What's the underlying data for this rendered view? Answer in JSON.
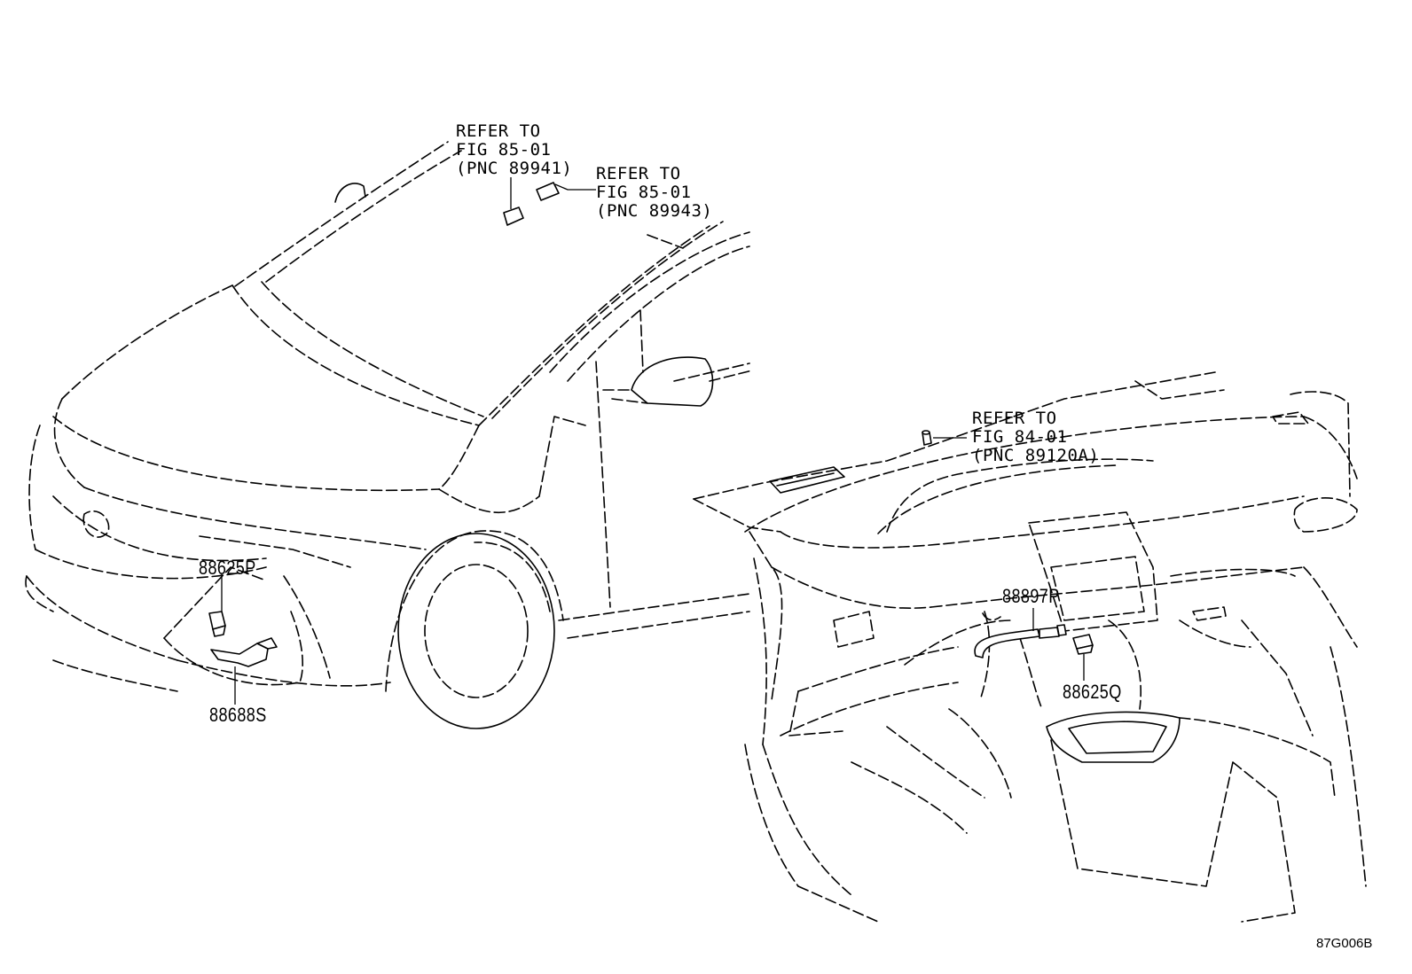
{
  "references": {
    "ref1": {
      "line1": "REFER TO",
      "line2": "FIG 85-01",
      "line3": "(PNC 89941)"
    },
    "ref2": {
      "line1": "REFER TO",
      "line2": "FIG 85-01",
      "line3": "(PNC 89943)"
    },
    "ref3": {
      "line1": "REFER TO",
      "line2": "FIG 84-01",
      "line3": "(PNC 89120A)"
    }
  },
  "parts": {
    "p1": "88625P",
    "p2": "88688S",
    "p3": "88897P",
    "p4": "88625Q"
  },
  "figure_code": "87G006B"
}
